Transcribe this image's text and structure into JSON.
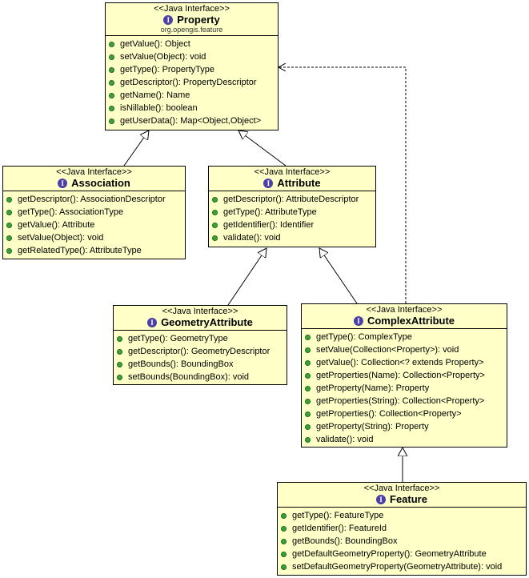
{
  "stereotype": "<<Java Interface>>",
  "icon_glyph": "I",
  "colors": {
    "class_fill": "#ffffc8",
    "method_dot": "#3aa43a",
    "interface_icon": "#4b3fa8"
  },
  "classes": {
    "property": {
      "name": "Property",
      "package": "org.opengis.feature",
      "ops": [
        "getValue(): Object",
        "setValue(Object): void",
        "getType(): PropertyType",
        "getDescriptor(): PropertyDescriptor",
        "getName(): Name",
        "isNillable(): boolean",
        "getUserData(): Map<Object,Object>"
      ]
    },
    "association": {
      "name": "Association",
      "ops": [
        "getDescriptor(): AssociationDescriptor",
        "getType(): AssociationType",
        "getValue(): Attribute",
        "setValue(Object): void",
        "getRelatedType(): AttributeType"
      ]
    },
    "attribute": {
      "name": "Attribute",
      "ops": [
        "getDescriptor(): AttributeDescriptor",
        "getType(): AttributeType",
        "getIdentifier(): Identifier",
        "validate(): void"
      ]
    },
    "geometry_attribute": {
      "name": "GeometryAttribute",
      "ops": [
        "getType(): GeometryType",
        "getDescriptor(): GeometryDescriptor",
        "getBounds(): BoundingBox",
        "setBounds(BoundingBox): void"
      ]
    },
    "complex_attribute": {
      "name": "ComplexAttribute",
      "ops": [
        "getType(): ComplexType",
        "setValue(Collection<Property>): void",
        "getValue(): Collection<? extends Property>",
        "getProperties(Name): Collection<Property>",
        "getProperty(Name): Property",
        "getProperties(String): Collection<Property>",
        "getProperties(): Collection<Property>",
        "getProperty(String): Property",
        "validate(): void"
      ]
    },
    "feature": {
      "name": "Feature",
      "ops": [
        "getType(): FeatureType",
        "getIdentifier(): FeatureId",
        "getBounds(): BoundingBox",
        "getDefaultGeometryProperty(): GeometryAttribute",
        "setDefaultGeometryProperty(GeometryAttribute): void"
      ]
    }
  }
}
